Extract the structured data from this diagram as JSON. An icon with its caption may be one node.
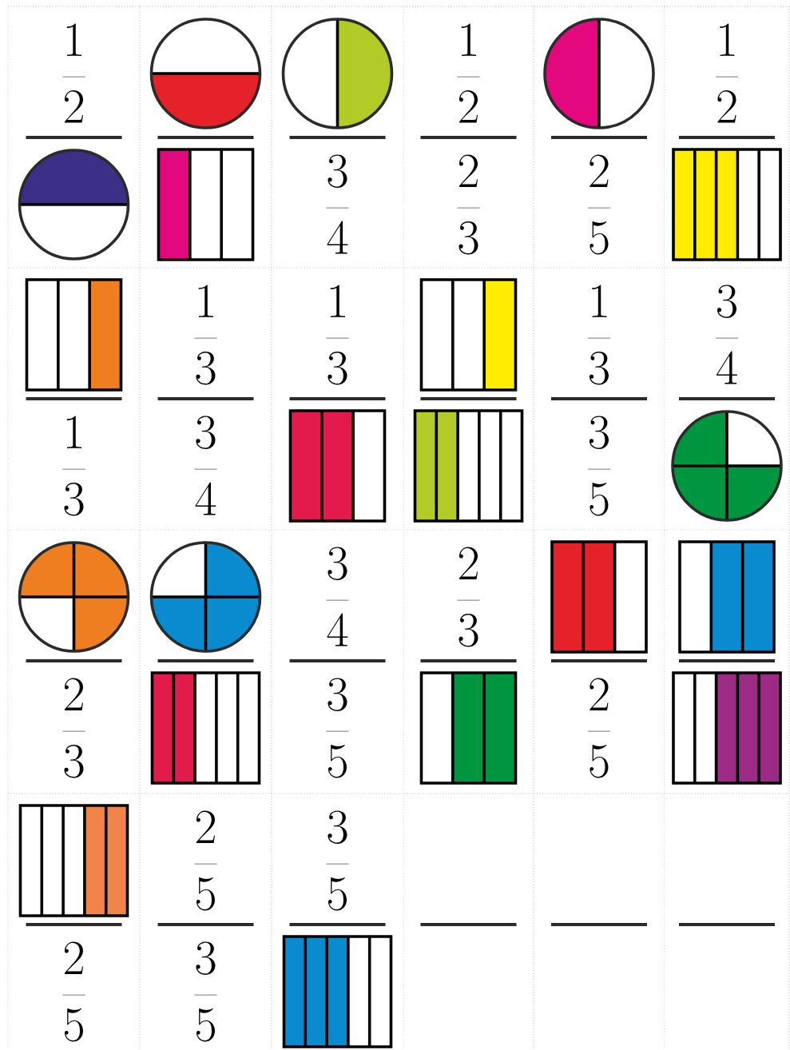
{
  "diagram": {
    "labels": [
      "\\frac{1}{2}",
      "\\frac{3}{4}",
      "\\frac{1}{2}",
      "\\frac{2}{3}",
      "\\frac{2}{5}",
      "\\frac{1}{2}",
      "\\frac{1}{3}",
      "\\frac{1}{3}",
      "\\frac{3}{4}",
      "\\frac{1}{3}",
      "\\frac{1}{3}",
      "\\frac{3}{5}",
      "\\frac{3}{4}",
      "\\frac{2}{3}",
      "\\frac{3}{4}",
      "\\frac{3}{5}",
      "\\frac{2}{3}",
      "\\frac{2}{5}",
      "\\frac{2}{5}",
      "\\frac{2}{5}",
      "\\frac{3}{5}",
      "\\frac{3}{5}"
    ]
  }
}
